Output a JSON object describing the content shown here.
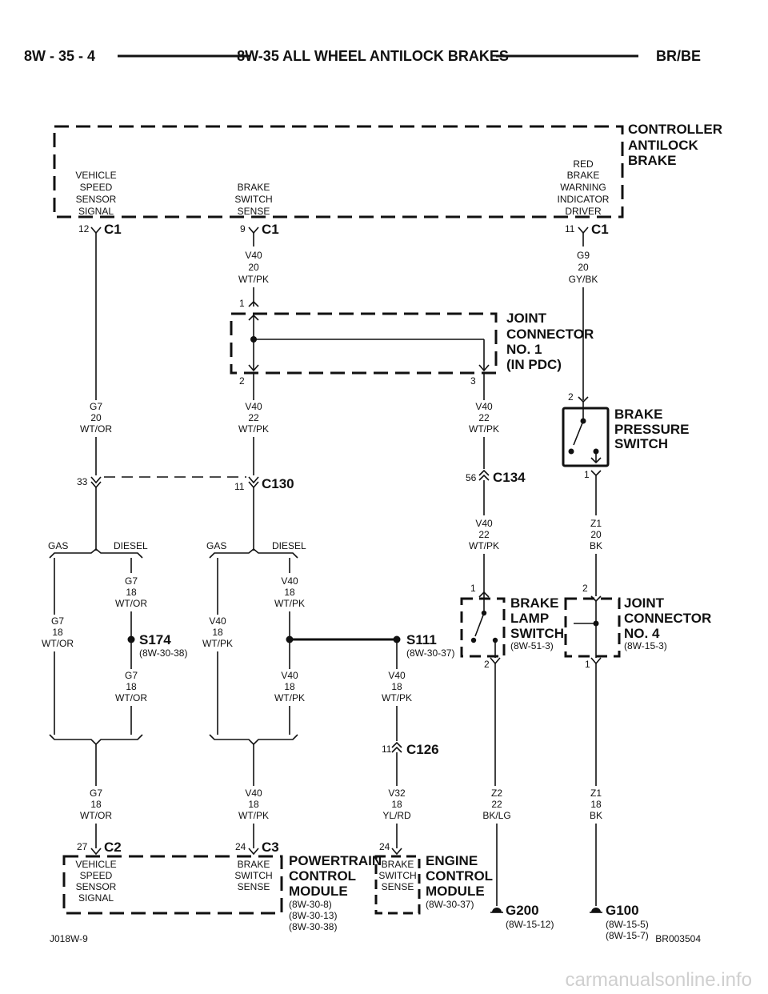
{
  "header": {
    "page_number": "8W - 35 - 4",
    "title": "8W-35 ALL WHEEL ANTILOCK BRAKES",
    "model": "BR/BE"
  },
  "components": {
    "abs_controller": {
      "title": [
        "CONTROLLER",
        "ANTILOCK",
        "BRAKE"
      ]
    },
    "joint_connector_1": {
      "title": [
        "JOINT",
        "CONNECTOR",
        "NO. 1",
        "(IN PDC)"
      ]
    },
    "brake_pressure_switch": {
      "title": [
        "BRAKE",
        "PRESSURE",
        "SWITCH"
      ]
    },
    "brake_lamp_switch": {
      "title": [
        "BRAKE",
        "LAMP",
        "SWITCH"
      ],
      "ref": "(8W-51-3)"
    },
    "joint_connector_4": {
      "title": [
        "JOINT",
        "CONNECTOR",
        "NO. 4"
      ],
      "ref": "(8W-15-3)"
    },
    "pcm": {
      "title": [
        "POWERTRAIN",
        "CONTROL",
        "MODULE"
      ],
      "refs": [
        "(8W-30-8)",
        "(8W-30-13)",
        "(8W-30-38)"
      ]
    },
    "ecm": {
      "title": [
        "ENGINE",
        "CONTROL",
        "MODULE"
      ],
      "ref": "(8W-30-37)"
    }
  },
  "pin_functions": {
    "vss": [
      "VEHICLE",
      "SPEED",
      "SENSOR",
      "SIGNAL"
    ],
    "bss": [
      "BRAKE",
      "SWITCH",
      "SENSE"
    ],
    "red": [
      "RED",
      "BRAKE",
      "WARNING",
      "INDICATOR",
      "DRIVER"
    ]
  },
  "connectors": {
    "c1": "C1",
    "c130": "C130",
    "c134": "C134",
    "c126": "C126",
    "c2": "C2",
    "c3": "C3"
  },
  "pins": {
    "p12": "12",
    "p9": "9",
    "p11": "11",
    "p1": "1",
    "p2": "2",
    "p3": "3",
    "p33": "33",
    "p56": "56",
    "p27": "27",
    "p24": "24"
  },
  "wires": {
    "v40_20": [
      "V40",
      "20",
      "WT/PK"
    ],
    "g9_20": [
      "G9",
      "20",
      "GY/BK"
    ],
    "g7_20": [
      "G7",
      "20",
      "WT/OR"
    ],
    "v40_22": [
      "V40",
      "22",
      "WT/PK"
    ],
    "z1_20": [
      "Z1",
      "20",
      "BK"
    ],
    "g7_18": [
      "G7",
      "18",
      "WT/OR"
    ],
    "v40_18": [
      "V40",
      "18",
      "WT/PK"
    ],
    "v32_18": [
      "V32",
      "18",
      "YL/RD"
    ],
    "z2_22": [
      "Z2",
      "22",
      "BK/LG"
    ],
    "z1_18": [
      "Z1",
      "18",
      "BK"
    ]
  },
  "options": {
    "gas": "GAS",
    "diesel": "DIESEL"
  },
  "splices": {
    "s174": {
      "name": "S174",
      "ref": "(8W-30-38)"
    },
    "s111": {
      "name": "S111",
      "ref": "(8W-30-37)"
    }
  },
  "grounds": {
    "g200": {
      "name": "G200",
      "ref": "(8W-15-12)"
    },
    "g100": {
      "name": "G100",
      "refs": [
        "(8W-15-5)",
        "(8W-15-7)"
      ]
    }
  },
  "footer": {
    "left": "J018W-9",
    "right": "BR003504"
  },
  "watermark": "carmanualsonline.info"
}
